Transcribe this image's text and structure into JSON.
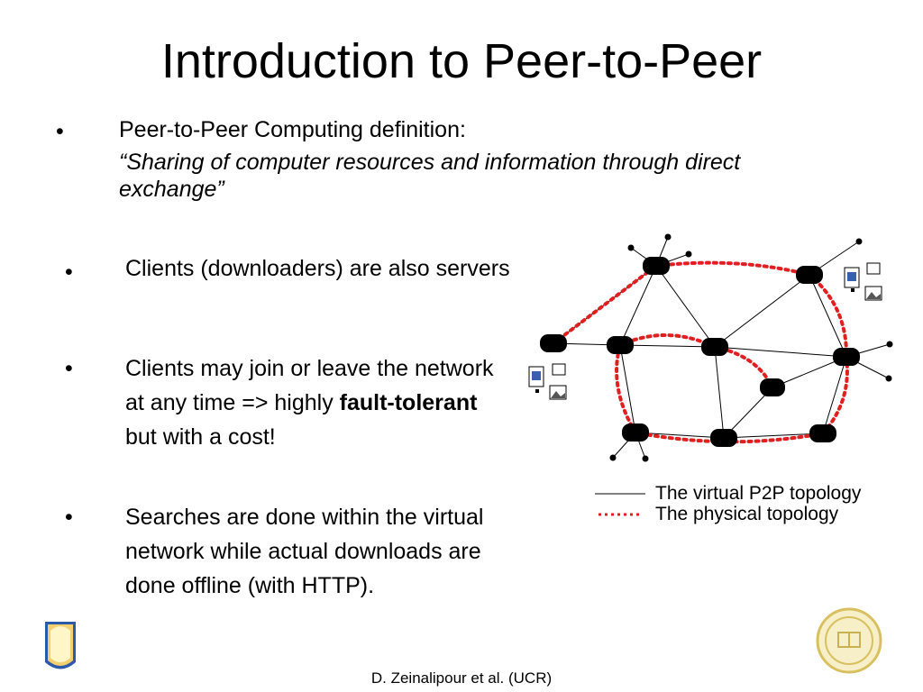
{
  "slide": {
    "title": "Introduction to Peer-to-Peer",
    "definition_heading": "Peer-to-Peer Computing definition:",
    "definition_quote": "“Sharing of computer resources and information through direct exchange”",
    "bullet_symbol": "•",
    "bullets": [
      {
        "text": "Clients (downloaders) are also servers"
      },
      {
        "pre": "Clients may join or leave the network at any time => highly ",
        "bold": "fault-tolerant",
        "post": " but with a cost!"
      },
      {
        "text": "Searches are done within the virtual network while actual downloads are done offline (with HTTP)."
      }
    ],
    "footer": "D. Zeinalipour et al. (UCR)"
  },
  "diagram": {
    "legend": [
      {
        "label": "The virtual P2P topology",
        "style": "solid"
      },
      {
        "label": "The physical topology",
        "style": "dotted"
      }
    ],
    "colors": {
      "virtual": "#000000",
      "physical": "#e02020",
      "seal": "#d8c060",
      "shield_top": "#f7c74a",
      "shield_bottom": "#3a6cc0"
    }
  }
}
